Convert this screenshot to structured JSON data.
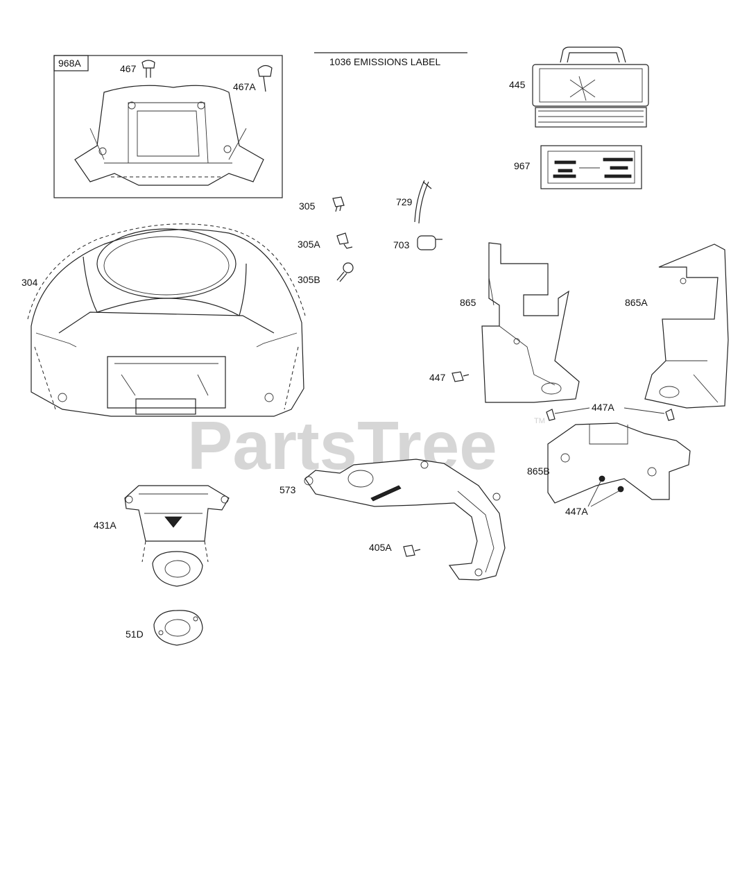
{
  "labels": {
    "l968A": "968A",
    "l467": "467",
    "l467A": "467A",
    "l1036": "1036 EMISSIONS LABEL",
    "l445": "445",
    "l967": "967",
    "l305": "305",
    "l729": "729",
    "l305A": "305A",
    "l703": "703",
    "l305B": "305B",
    "l304": "304",
    "l865": "865",
    "l865A": "865A",
    "l447": "447",
    "l447A_top": "447A",
    "l865B": "865B",
    "l447A_bot": "447A",
    "l573": "573",
    "l431A": "431A",
    "l405A": "405A",
    "l51D": "51D"
  },
  "watermark": {
    "text": "PartsTree",
    "tm": "TM"
  }
}
